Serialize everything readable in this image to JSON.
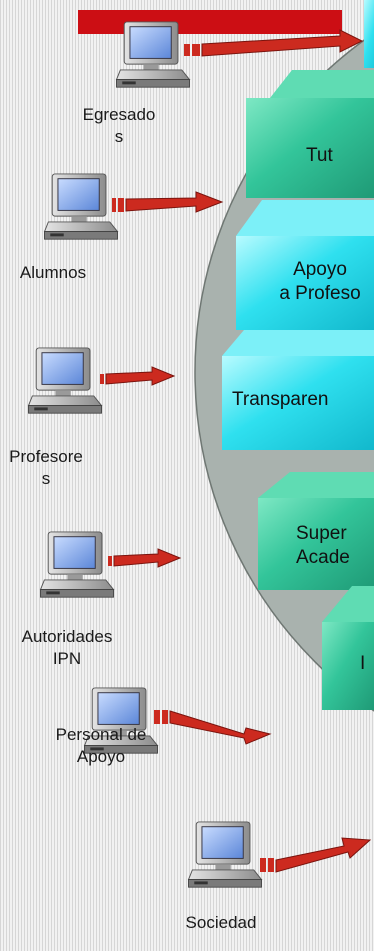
{
  "actors": [
    {
      "id": "egresados",
      "label": "Egresado\ns"
    },
    {
      "id": "alumnos",
      "label": "Alumnos"
    },
    {
      "id": "profesores",
      "label": "Profesore\ns"
    },
    {
      "id": "autoridades",
      "label": "Autoridades\nIPN"
    },
    {
      "id": "personal",
      "label": "Personal de\nApoyo"
    },
    {
      "id": "sociedad",
      "label": "Sociedad"
    }
  ],
  "boxes": [
    {
      "id": "tutorias",
      "label": "Tut",
      "color": "#33c59a"
    },
    {
      "id": "apoyo",
      "label": "Apoyo\na Profeso",
      "color": "#2fe0ef"
    },
    {
      "id": "transparencia",
      "label": "Transparen",
      "color": "#2fe0ef"
    },
    {
      "id": "supervision",
      "label": "Super\nAcade",
      "color": "#33c59a"
    },
    {
      "id": "bottom",
      "label": "I",
      "color": "#33c59a"
    }
  ],
  "colors": {
    "arrow": "#cc2a1f",
    "banner": "#cc0e14",
    "circle": "#a9b2ae"
  }
}
